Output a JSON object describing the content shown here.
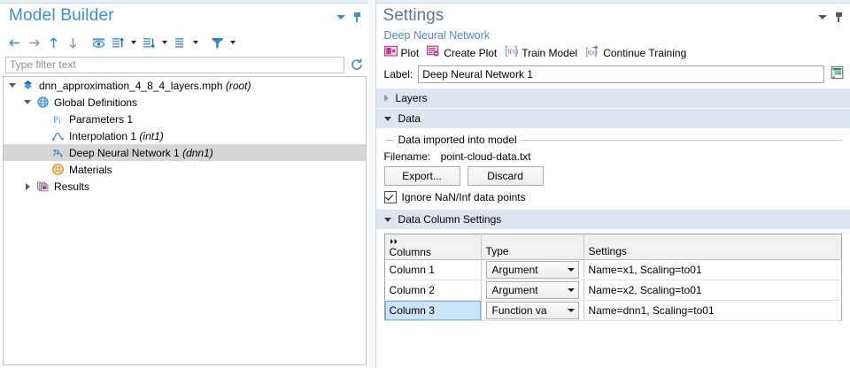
{
  "model_builder": {
    "title": "Model Builder",
    "window_controls": {
      "collapse_icon": "chevron-down-icon",
      "pin_icon": "pin-icon"
    },
    "toolbar": [
      {
        "name": "go-back",
        "icon": "arrow-left-icon"
      },
      {
        "name": "go-forward",
        "icon": "arrow-right-icon"
      },
      {
        "name": "move-up",
        "icon": "arrow-up-icon"
      },
      {
        "name": "move-down",
        "icon": "arrow-down-icon"
      },
      {
        "name": "show-hide",
        "icon": "eye-icon"
      },
      {
        "name": "collapse-all",
        "icon": "list-up-icon",
        "has_menu": true
      },
      {
        "name": "expand-all",
        "icon": "list-down-icon",
        "has_menu": true
      },
      {
        "name": "group-nodes",
        "icon": "list-icon",
        "has_menu": true
      },
      {
        "name": "filter-tree",
        "icon": "funnel-icon",
        "has_menu": true
      }
    ],
    "filter": {
      "placeholder": "Type filter text",
      "value": "",
      "refresh_icon": "refresh-icon"
    },
    "tree": [
      {
        "label": "dnn_approximation_4_8_4_layers.mph",
        "suffix": "(root)",
        "indent": 0,
        "twisty": "down",
        "icon": "comsol-root-icon",
        "selected": false
      },
      {
        "label": "Global Definitions",
        "suffix": "",
        "indent": 1,
        "twisty": "down",
        "icon": "globe-icon",
        "selected": false
      },
      {
        "label": "Parameters 1",
        "suffix": "",
        "indent": 2,
        "twisty": "none",
        "icon": "parameters-icon",
        "selected": false
      },
      {
        "label": "Interpolation 1",
        "suffix": "(int1)",
        "indent": 2,
        "twisty": "none",
        "icon": "interpolation-icon",
        "selected": false
      },
      {
        "label": "Deep Neural Network 1",
        "suffix": "(dnn1)",
        "indent": 2,
        "twisty": "none",
        "icon": "deep-neural-network-icon",
        "selected": true
      },
      {
        "label": "Materials",
        "suffix": "",
        "indent": 2,
        "twisty": "none",
        "icon": "materials-icon",
        "selected": false
      },
      {
        "label": "Results",
        "suffix": "",
        "indent": 1,
        "twisty": "right",
        "icon": "results-icon",
        "selected": false
      }
    ]
  },
  "settings": {
    "title": "Settings",
    "subtitle": "Deep Neural Network",
    "window_controls": {
      "collapse_icon": "chevron-down-icon",
      "pin_icon": "pin-icon"
    },
    "actions": [
      {
        "label": "Plot",
        "icon": "plot-icon"
      },
      {
        "label": "Create Plot",
        "icon": "create-plot-icon"
      },
      {
        "label": "Train Model",
        "icon": "train-model-icon"
      },
      {
        "label": "Continue Training",
        "icon": "continue-training-icon"
      }
    ],
    "label_field": {
      "caption": "Label:",
      "value": "Deep Neural Network 1",
      "side_icon": "rename-icon"
    },
    "sections": {
      "layers": {
        "title": "Layers",
        "expanded": false
      },
      "data": {
        "title": "Data",
        "expanded": true,
        "fieldset_legend": "Data imported into model",
        "filename_caption": "Filename:",
        "filename_value": "point-cloud-data.txt",
        "buttons": [
          {
            "label": "Export..."
          },
          {
            "label": "Discard"
          }
        ],
        "checkbox": {
          "label": "Ignore NaN/Inf data points",
          "checked": true
        }
      },
      "data_column_settings": {
        "title": "Data Column Settings",
        "expanded": true,
        "table": {
          "header_icon": "move-columns-icon",
          "columns": [
            "Columns",
            "Type",
            "Settings"
          ],
          "rows": [
            {
              "column": "Column 1",
              "type": "Argument",
              "settings": "Name=x1, Scaling=to01",
              "selected": false
            },
            {
              "column": "Column 2",
              "type": "Argument",
              "settings": "Name=x2, Scaling=to01",
              "selected": false
            },
            {
              "column": "Column 3",
              "type": "Function va",
              "settings": "Name=dnn1, Scaling=to01",
              "selected": true
            }
          ]
        }
      }
    }
  },
  "colors": {
    "title_blue": "#3f8fd0",
    "settings_title": "#5d7890",
    "subtitle_blue": "#5588ba",
    "section_header_bg": "#dde6f0",
    "tree_selection": "#d6d6d6",
    "cell_selection": "#cce4f7",
    "accent_magenta": "#b5418c"
  }
}
